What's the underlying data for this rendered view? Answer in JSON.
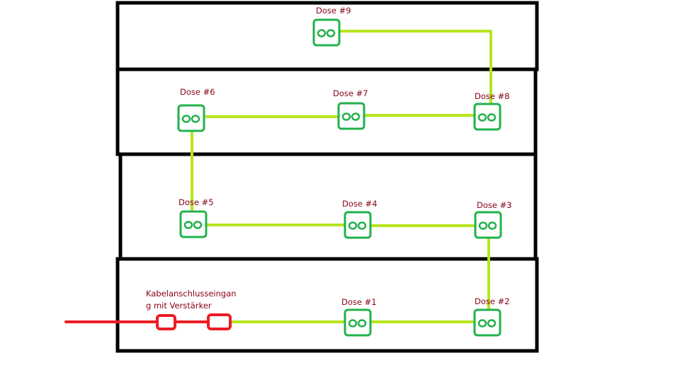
{
  "diagram": {
    "type": "cable-tv-wiring-plan",
    "colors": {
      "wall": "#000000",
      "socket": "#22b14c",
      "cable": "#b5e61d",
      "feed": "#ed1c24",
      "label": "#880015"
    },
    "floors": [
      "floor-4",
      "floor-3",
      "floor-2",
      "floor-1"
    ],
    "input": {
      "label_line1": "Kabelanschlusseingan",
      "label_line2": "g mit Verstärker"
    },
    "sockets": [
      {
        "id": 1,
        "label": "Dose #1",
        "floor": "floor-1"
      },
      {
        "id": 2,
        "label": "Dose #2",
        "floor": "floor-1"
      },
      {
        "id": 3,
        "label": "Dose #3",
        "floor": "floor-2"
      },
      {
        "id": 4,
        "label": "Dose #4",
        "floor": "floor-2"
      },
      {
        "id": 5,
        "label": "Dose #5",
        "floor": "floor-2"
      },
      {
        "id": 6,
        "label": "Dose #6",
        "floor": "floor-3"
      },
      {
        "id": 7,
        "label": "Dose #7",
        "floor": "floor-3"
      },
      {
        "id": 8,
        "label": "Dose #8",
        "floor": "floor-3"
      },
      {
        "id": 9,
        "label": "Dose #9",
        "floor": "floor-4"
      }
    ],
    "chain": [
      "input",
      "Dose #1",
      "Dose #2",
      "Dose #3",
      "Dose #4",
      "Dose #5",
      "Dose #6",
      "Dose #7",
      "Dose #8",
      "Dose #9"
    ]
  }
}
